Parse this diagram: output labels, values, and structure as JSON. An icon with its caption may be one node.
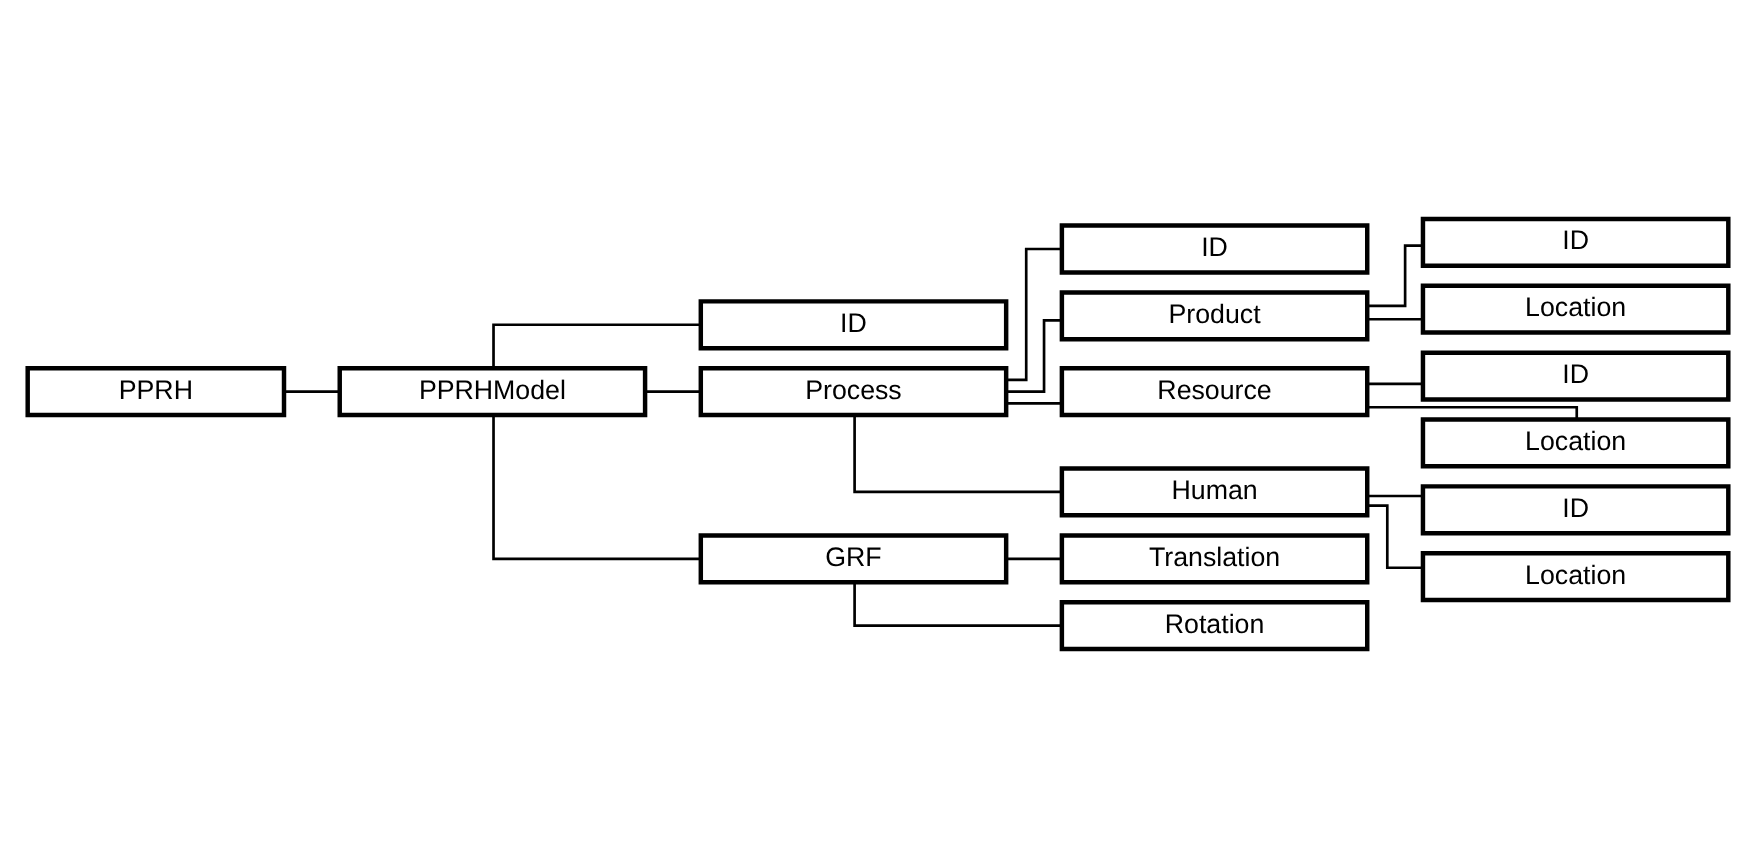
{
  "diagram": {
    "nodes": [
      {
        "text": [
          "PPRH"
        ]
      },
      {
        "text": [
          "PPRHModel"
        ]
      },
      {
        "text": [
          "ID"
        ]
      },
      {
        "text": [
          "Process"
        ]
      },
      {
        "text": [
          "ID"
        ]
      },
      {
        "text": [
          "Product"
        ]
      },
      {
        "text": [
          "ID"
        ]
      },
      {
        "text": [
          "Location"
        ]
      },
      {
        "text": [
          "Resource"
        ]
      },
      {
        "text": [
          "ID"
        ]
      },
      {
        "text": [
          "Location"
        ]
      },
      {
        "text": [
          "Human"
        ]
      },
      {
        "text": [
          "ID"
        ]
      },
      {
        "text": [
          "Location"
        ]
      },
      {
        "text": [
          "GRF"
        ]
      },
      {
        "text": [
          "Translation"
        ]
      },
      {
        "text": [
          "Rotation"
        ]
      }
    ],
    "edges": [
      {
        "from": 0,
        "to": 1,
        "arrow": "none"
      },
      {
        "from": 1,
        "to": 2,
        "arrow": "none"
      },
      {
        "from": 1,
        "to": 3,
        "arrow": "none"
      },
      {
        "from": 1,
        "to": 14,
        "arrow": "none"
      },
      {
        "from": 3,
        "to": 4,
        "arrow": "none"
      },
      {
        "from": 3,
        "to": 5,
        "arrow": "none"
      },
      {
        "from": 3,
        "to": 8,
        "arrow": "none"
      },
      {
        "from": 3,
        "to": 11,
        "arrow": "none"
      },
      {
        "from": 5,
        "to": 6,
        "arrow": "none"
      },
      {
        "from": 5,
        "to": 7,
        "arrow": "none"
      },
      {
        "from": 8,
        "to": 9,
        "arrow": "none"
      },
      {
        "from": 8,
        "to": 10,
        "arrow": "none"
      },
      {
        "from": 11,
        "to": 12,
        "arrow": "none"
      },
      {
        "from": 11,
        "to": 13,
        "arrow": "none"
      },
      {
        "from": 14,
        "to": 15,
        "arrow": "none"
      },
      {
        "from": 14,
        "to": 16,
        "arrow": "none"
      }
    ]
  }
}
